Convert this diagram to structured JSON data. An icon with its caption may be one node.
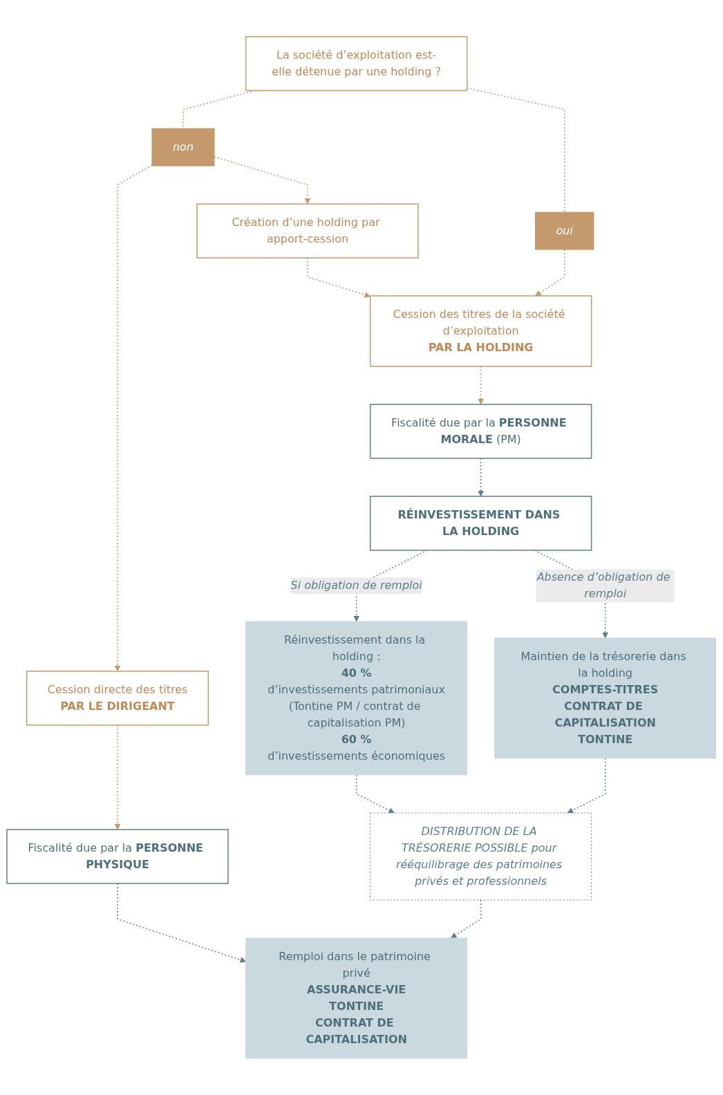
{
  "diagram": {
    "nodes": [
      {
        "text": [
          "La société d’exploitation est-elle détenue par une holding ?"
        ]
      },
      {
        "text": [
          "non"
        ]
      },
      {
        "text": [
          "oui"
        ]
      },
      {
        "text": [
          "Création d’une holding par apport-cession"
        ]
      },
      {
        "text": [
          "Cession directe des titres",
          "PAR LE DIRIGEANT"
        ]
      },
      {
        "text": [
          "Cession des titres de la société d’exploitation",
          "PAR LA HOLDING"
        ]
      },
      {
        "text": [
          "Fiscalité due par la **PERSONNE PHYSIQUE**"
        ]
      },
      {
        "text": [
          "Fiscalité due par la **PERSONNE MORALE** (PM)"
        ]
      },
      {
        "text": [
          "RÉINVESTISSEMENT DANS LA HOLDING"
        ]
      },
      {
        "text": [
          "Remploi dans le patrimoine privé",
          "ASSURANCE-VIE",
          "TONTINE",
          "CONTRAT DE CAPITALISATION"
        ]
      },
      {
        "text": [
          "Réinvestissement dans la holding :",
          "40 %",
          "d’investissements patrimoniaux",
          "(Tontine PM / contrat de capitalisation PM)",
          "60 %",
          "d’investissements économiques"
        ]
      },
      {
        "text": [
          "Maintien de la trésorerie dans la holding",
          "COMPTES-TITRES",
          "CONTRAT DE CAPITALISATION",
          "TONTINE"
        ]
      },
      {
        "text": [
          "DISTRIBUTION DE LA TRÉSORERIE POSSIBLE pour rééquilibrage des patrimoines privés et professionnels"
        ]
      }
    ],
    "edges": [
      {
        "from": 0,
        "to": 1,
        "arrow": "none"
      },
      {
        "from": 1,
        "to": 4,
        "arrow": "to"
      },
      {
        "from": 1,
        "to": 3,
        "arrow": "to"
      },
      {
        "from": 0,
        "to": 2,
        "arrow": "none"
      },
      {
        "from": 2,
        "to": 5,
        "arrow": "to"
      },
      {
        "from": 3,
        "to": 5,
        "arrow": "to"
      },
      {
        "from": 4,
        "to": 6,
        "arrow": "to"
      },
      {
        "from": 5,
        "to": 7,
        "arrow": "to"
      },
      {
        "from": 7,
        "to": 8,
        "arrow": "to",
        "color": "#5b7f8c"
      },
      {
        "from": 6,
        "to": 9,
        "arrow": "to",
        "color": "#5b7f8c"
      },
      {
        "from": 8,
        "to": 10,
        "arrow": "to",
        "label": "Si obligation de remploi",
        "color": "#5b7f8c"
      },
      {
        "from": 8,
        "to": 11,
        "arrow": "to",
        "label": "Absence d’obligation de remploi",
        "color": "#5b7f8c"
      },
      {
        "from": 10,
        "to": 12,
        "arrow": "to",
        "color": "#5b7f8c"
      },
      {
        "from": 11,
        "to": 12,
        "arrow": "to",
        "color": "#5b7f8c"
      },
      {
        "from": 12,
        "to": 9,
        "arrow": "to",
        "color": "#5b7f8c"
      }
    ]
  }
}
